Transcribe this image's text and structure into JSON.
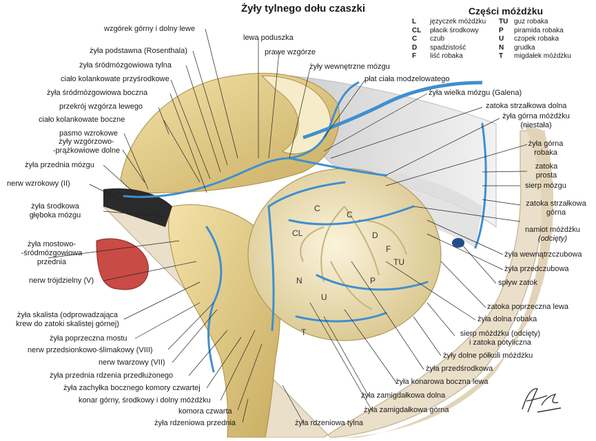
{
  "title": "Żyły tylnego dołu czaszki",
  "legend": {
    "title": "Części móżdżku",
    "entries": [
      {
        "code": "L",
        "name": "języczek móżdżku"
      },
      {
        "code": "TU",
        "name": "guz robaka"
      },
      {
        "code": "CL",
        "name": "płacik środkowy"
      },
      {
        "code": "P",
        "name": "piramida robaka"
      },
      {
        "code": "C",
        "name": "czub"
      },
      {
        "code": "U",
        "name": "czopek robaka"
      },
      {
        "code": "D",
        "name": "spadzistość"
      },
      {
        "code": "N",
        "name": "grudka"
      },
      {
        "code": "F",
        "name": "liść robaka"
      },
      {
        "code": "T",
        "name": "migdałek móżdżku"
      }
    ]
  },
  "labels": {
    "wzgorek": "wzgórek górny i dolny lewe",
    "podstawna": "żyła podstawna (Rosenthala)",
    "srodmozg_tylna": "żyła śródmózgowiowa tylna",
    "kolankowate_przysrodk": "ciało kolankowate przyśrodkowe",
    "srodmozg_boczna": "żyła śródmózgowiowa boczna",
    "przekroj_wzgorza": "przekrój wzgórza lewego",
    "kolankowate_boczne": "ciało kolankowate boczne",
    "pasmo": "pasmo wzrokowe",
    "wzgorzowo_1": "żyły wzgórzowo-",
    "wzgorzowo_2": "-prążkowiowe dolne",
    "przednia_mozgu": "żyła przednia mózgu",
    "nerw_wzrokowy": "nerw wzrokowy (II)",
    "srodkowa_1": "żyła środkowa",
    "srodkowa_2": "głęboka mózgu",
    "mostowo_1": "żyła mostowo-",
    "mostowo_2": "-śródmózgowiowa",
    "mostowo_3": "przednia",
    "trojdzielny": "nerw trójdzielny (V)",
    "skalista_1": "żyła skalista (odprowadzająca",
    "skalista_2": "krew do zatoki skalistej górnej)",
    "poprzeczna_mostu": "żyła poprzeczna mostu",
    "przedsionkowo": "nerw przedsionkowo-ślimakowy (VIII)",
    "twarzowy": "nerw twarzowy (VII)",
    "rdzenia_przedl": "żyła przednia rdzenia przedłużonego",
    "zachylka": "żyła zachyłka bocznego komory czwartej",
    "konar": "konar górny, środkowy i dolny móżdżku",
    "komora": "komora czwarta",
    "rdzeniowa_przednia": "żyła rdzeniowa przednia",
    "rdzeniowa_tylna": "żyła rdzeniowa tylna",
    "lewa_poduszka": "lewa poduszka",
    "prawe_wzgorze": "prawe wzgórze",
    "wewnetrzne": "żyły wewnętrzne mózgu",
    "plat": "płat ciała modzelowatego",
    "galena": "żyła wielka mózgu (Galena)",
    "strzalkowa_dolna": "zatoka strzałkowa dolna",
    "gorna_mozdzku_1": "żyła górna móżdżku",
    "gorna_mozdzku_2": "(niestała)",
    "gorna_robaka_1": "żyła górna",
    "gorna_robaka_2": "robaka",
    "prosta_1": "zatoka",
    "prosta_2": "prosta",
    "sierp_mozgu": "sierp mózgu",
    "strzalkowa_gorna_1": "zatoka strzałkowa",
    "strzalkowa_gorna_2": "górna",
    "namiot_1": "namiot móżdżku",
    "namiot_2": "(odcięty)",
    "wewnatrzczubowa": "żyła wewnątrzczubowa",
    "przedczubowa": "żyła przedczubowa",
    "splyw": "spływ zatok",
    "poprzeczna_lewa": "zatoka poprzeczna lewa",
    "dolna_robaka": "żyła dolna robaka",
    "sierp_mozdzku_1": "sierp móżdżku (odcięty)",
    "sierp_mozdzku_2": "i zatoka potyliczna",
    "dolne_polkuli": "żyły dolne półkuli móżdżku",
    "przedsrodkowa": "żyła przedśrodkowa",
    "konarowa": "żyła konarowa boczna lewa",
    "zamigdalkowa_dolna": "żyła zamigdałkowa dolna",
    "zamigdalkowa_gorna": "żyła zamigdałkowa górna"
  },
  "region_letters": {
    "C1": "C",
    "C2": "C",
    "CL": "CL",
    "D": "D",
    "F": "F",
    "TU": "TU",
    "P": "P",
    "N": "N",
    "U": "U",
    "T": "T"
  },
  "colors": {
    "vein": "#3f8fd0",
    "brain": "#e6d08f",
    "cerebellum": "#ece0b8",
    "bone": "#e9dcc6",
    "dura": "#d9d9d9",
    "leader": "#222222"
  },
  "signature_icon": "signature-icon"
}
